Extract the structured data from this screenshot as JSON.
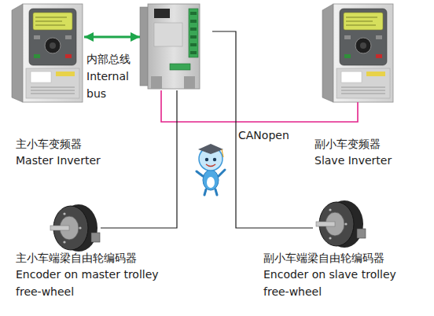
{
  "diagram": {
    "nodes": [
      {
        "text": [
          "主小车变频器",
          "Master Inverter"
        ]
      },
      {
        "text": []
      },
      {
        "text": [
          "副小车变频器",
          "Slave Inverter"
        ]
      },
      {
        "text": [
          "主小车端梁自由轮编码器",
          "Encoder on master trolley free-wheel"
        ]
      },
      {
        "text": [
          "副小车端梁自由轮编码器",
          "Encoder on slave trolley free-wheel"
        ]
      }
    ],
    "edges": [
      {
        "from": 0,
        "to": 1,
        "arrow": "both",
        "label": "内部总线 Internal bus"
      },
      {
        "from": 1,
        "to": 2,
        "arrow": "none",
        "label": "CANopen"
      },
      {
        "from": 3,
        "to": 1,
        "arrow": "none"
      },
      {
        "from": 4,
        "to": 1,
        "arrow": "none"
      }
    ]
  }
}
